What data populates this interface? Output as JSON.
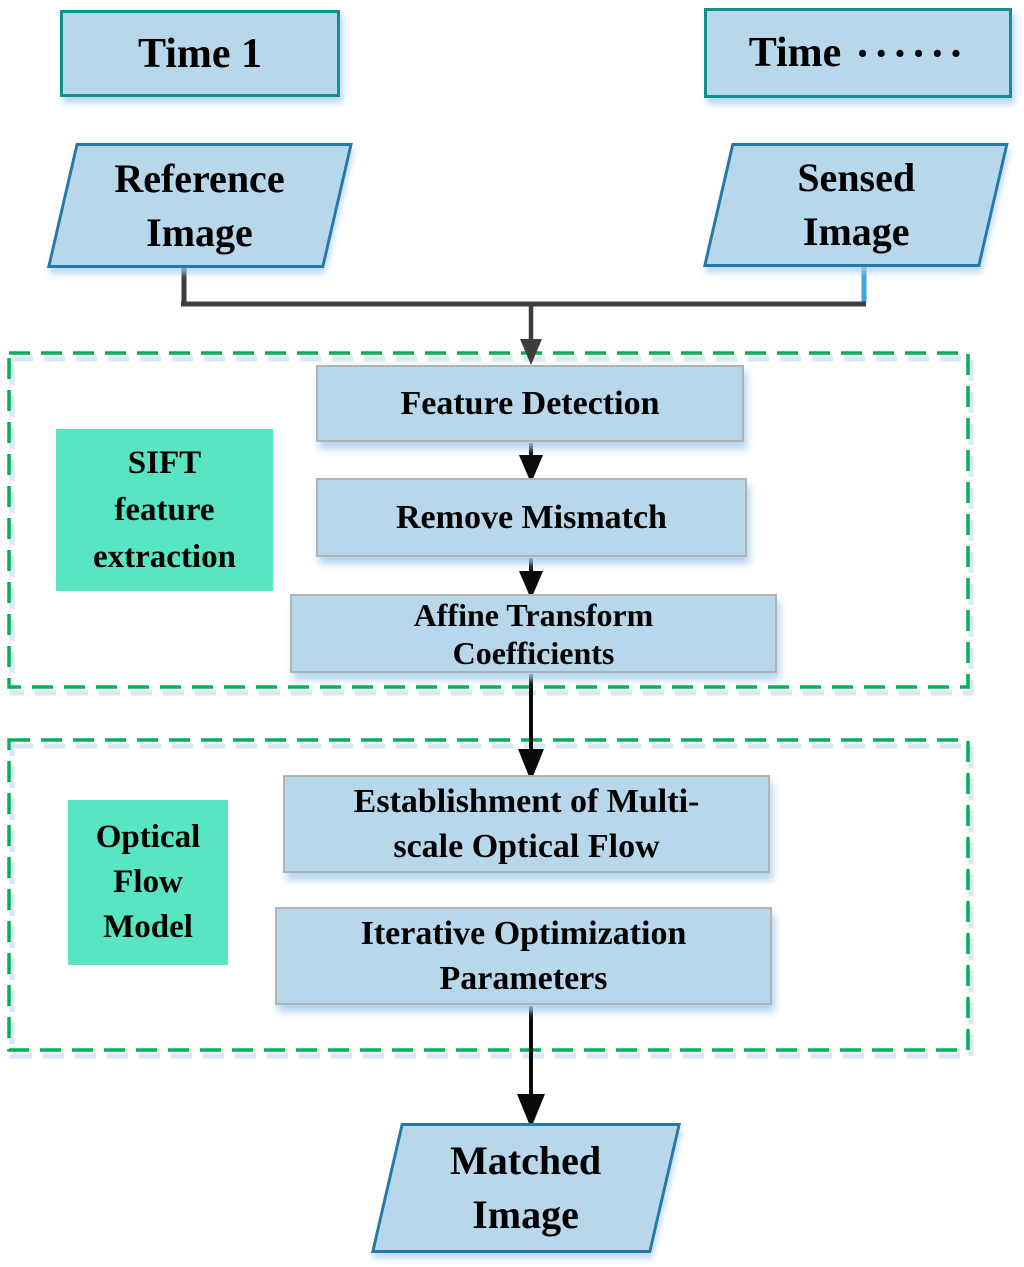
{
  "diagram": {
    "time1": {
      "label": "Time 1"
    },
    "time_n": {
      "prefix": "Time",
      "dots": "······"
    },
    "reference": {
      "label": "Reference\nImage"
    },
    "sensed": {
      "label": "Sensed\nImage"
    },
    "matched": {
      "label": "Matched\nImage"
    },
    "groups": [
      {
        "label": "SIFT\nfeature\nextraction",
        "steps": [
          {
            "label": "Feature Detection"
          },
          {
            "label": "Remove Mismatch"
          },
          {
            "label": "Affine Transform\nCoefficients"
          }
        ]
      },
      {
        "label": "Optical\nFlow\nModel",
        "steps": [
          {
            "label": "Establishment of Multi-\nscale Optical Flow"
          },
          {
            "label": "Iterative Optimization\nParameters"
          }
        ]
      }
    ],
    "colors": {
      "node_fill": "#b9d7ea",
      "time_border": "#12908a",
      "parallelogram_border": "#2579aa",
      "group_label_fill": "#57e6c1",
      "dashed_border": "#00b158",
      "connector_gray": "#3d3d3d",
      "arrow_black": "#0a0a0a",
      "sensed_tick_blue": "#3fa3dc",
      "step_border": "#b3b3b3"
    }
  }
}
